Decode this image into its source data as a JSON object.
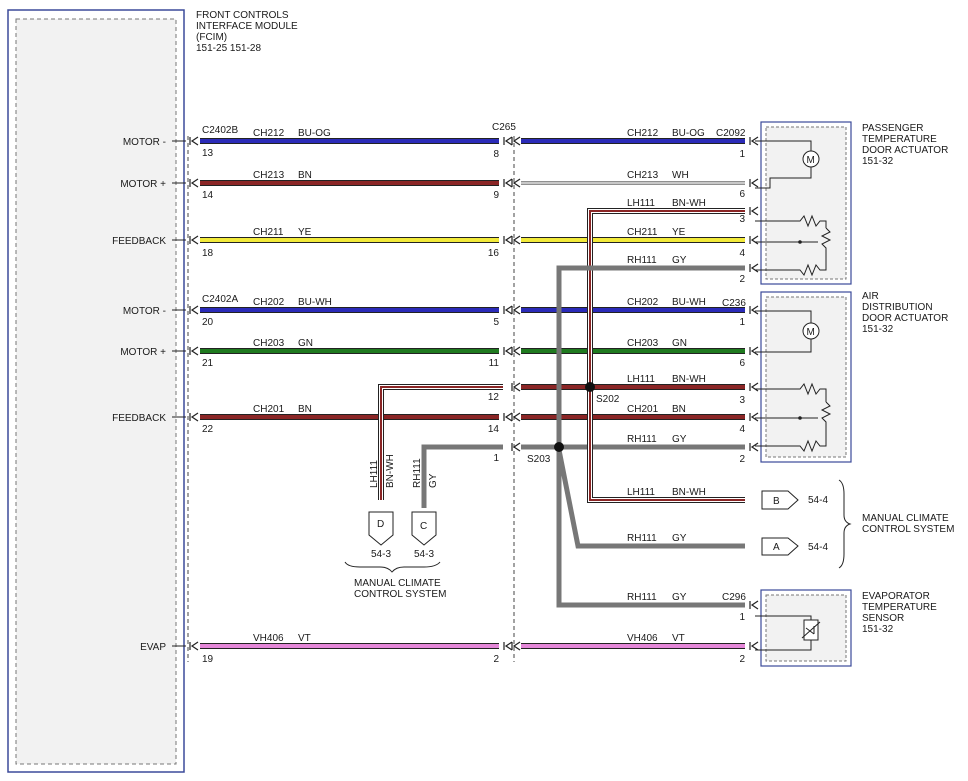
{
  "module": {
    "title": [
      "FRONT CONTROLS",
      "INTERFACE MODULE",
      "(FCIM)"
    ],
    "refs": "151-25  151-28",
    "pins": [
      {
        "label": "MOTOR -",
        "pin": "13"
      },
      {
        "label": "MOTOR +",
        "pin": "14"
      },
      {
        "label": "FEEDBACK",
        "pin": "18"
      },
      {
        "label": "MOTOR -",
        "pin": "20"
      },
      {
        "label": "MOTOR +",
        "pin": "21"
      },
      {
        "label": "FEEDBACK",
        "pin": "22"
      },
      {
        "label": "EVAP",
        "pin": "19"
      }
    ]
  },
  "connectors": {
    "c2402b": "C2402B",
    "c2402a": "C2402A",
    "c265": "C265",
    "c2092": "C2092",
    "c236": "C236",
    "c296": "C296"
  },
  "c265_pins": [
    "8",
    "9",
    "16",
    "5",
    "11",
    "12",
    "14",
    "1",
    "2"
  ],
  "splices": {
    "s202": "S202",
    "s203": "S203"
  },
  "wires_left": [
    {
      "circuit": "CH212",
      "color": "BU-OG"
    },
    {
      "circuit": "CH213",
      "color": "BN"
    },
    {
      "circuit": "CH211",
      "color": "YE"
    },
    {
      "circuit": "CH202",
      "color": "BU-WH"
    },
    {
      "circuit": "CH203",
      "color": "GN"
    },
    {
      "circuit": "CH201",
      "color": "BN"
    },
    {
      "circuit": "VH406",
      "color": "VT"
    }
  ],
  "wires_right": [
    {
      "circuit": "CH212",
      "color": "BU-OG",
      "pin": "1"
    },
    {
      "circuit": "CH213",
      "color": "WH",
      "pin": "6"
    },
    {
      "circuit": "LH111",
      "color": "BN-WH",
      "pin": "3"
    },
    {
      "circuit": "CH211",
      "color": "YE",
      "pin": "4"
    },
    {
      "circuit": "RH111",
      "color": "GY",
      "pin": "2"
    },
    {
      "circuit": "CH202",
      "color": "BU-WH",
      "pin": "1"
    },
    {
      "circuit": "CH203",
      "color": "GN",
      "pin": "6"
    },
    {
      "circuit": "LH111",
      "color": "BN-WH",
      "pin": "3"
    },
    {
      "circuit": "CH201",
      "color": "BN",
      "pin": "4"
    },
    {
      "circuit": "RH111",
      "color": "GY",
      "pin": "2"
    },
    {
      "circuit": "LH111",
      "color": "BN-WH",
      "pin": ""
    },
    {
      "circuit": "RH111",
      "color": "GY",
      "pin": ""
    },
    {
      "circuit": "RH111",
      "color": "GY",
      "pin": "1"
    },
    {
      "circuit": "VH406",
      "color": "VT",
      "pin": "2"
    }
  ],
  "vertical_wires": [
    {
      "circuit": "LH111",
      "color": "BN-WH"
    },
    {
      "circuit": "RH111",
      "color": "GY"
    }
  ],
  "components": {
    "passenger": {
      "lines": [
        "PASSENGER",
        "TEMPERATURE",
        "DOOR ACTUATOR"
      ],
      "ref": "151-32"
    },
    "air": {
      "lines": [
        "AIR",
        "DISTRIBUTION",
        "DOOR ACTUATOR"
      ],
      "ref": "151-32"
    },
    "evap": {
      "lines": [
        "EVAPORATOR",
        "TEMPERATURE",
        "SENSOR"
      ],
      "ref": "151-32"
    }
  },
  "offpage_bottom": {
    "d": {
      "letter": "D",
      "ref": "54-3"
    },
    "c": {
      "letter": "C",
      "ref": "54-3"
    },
    "label": [
      "MANUAL CLIMATE",
      "CONTROL SYSTEM"
    ]
  },
  "offpage_right": {
    "b": {
      "letter": "B",
      "ref": "54-4"
    },
    "a": {
      "letter": "A",
      "ref": "54-4"
    },
    "label": [
      "MANUAL CLIMATE",
      "CONTROL SYSTEM"
    ]
  },
  "colors": {
    "blue": "#2b2bb8",
    "brown": "#8b2626",
    "yellow": "#f2ea3a",
    "green": "#1f7a1f",
    "violet": "#e487d8",
    "gray": "#777777",
    "white": "#ffffff",
    "frame": "#3b4a9a"
  }
}
